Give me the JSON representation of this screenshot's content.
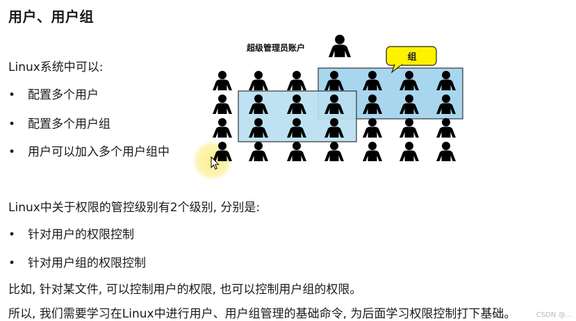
{
  "title": "用户、用户组",
  "intro": "Linux系统中可以:",
  "capabilities": [
    "配置多个用户",
    "配置多个用户组",
    "用户可以加入多个用户组中"
  ],
  "bullet_symbol": "•",
  "diagram": {
    "admin_label": "超级管理员账户",
    "group_label": "组",
    "person_icon": "person-icon",
    "rows": 4,
    "columns": 6,
    "group_box_color": "#a8d6ef",
    "group_border_color": "#333333",
    "callout_color": "#fff200"
  },
  "levels_intro": "Linux中关于权限的管控级别有2个级别, 分别是:",
  "levels": [
    "针对用户的权限控制",
    "针对用户组的权限控制"
  ],
  "example": "比如, 针对某文件, 可以控制用户的权限, 也可以控制用户组的权限。",
  "conclusion": "所以, 我们需要学习在Linux中进行用户、用户组管理的基础命令, 为后面学习权限控制打下基础。",
  "watermark": "CSDN @..."
}
